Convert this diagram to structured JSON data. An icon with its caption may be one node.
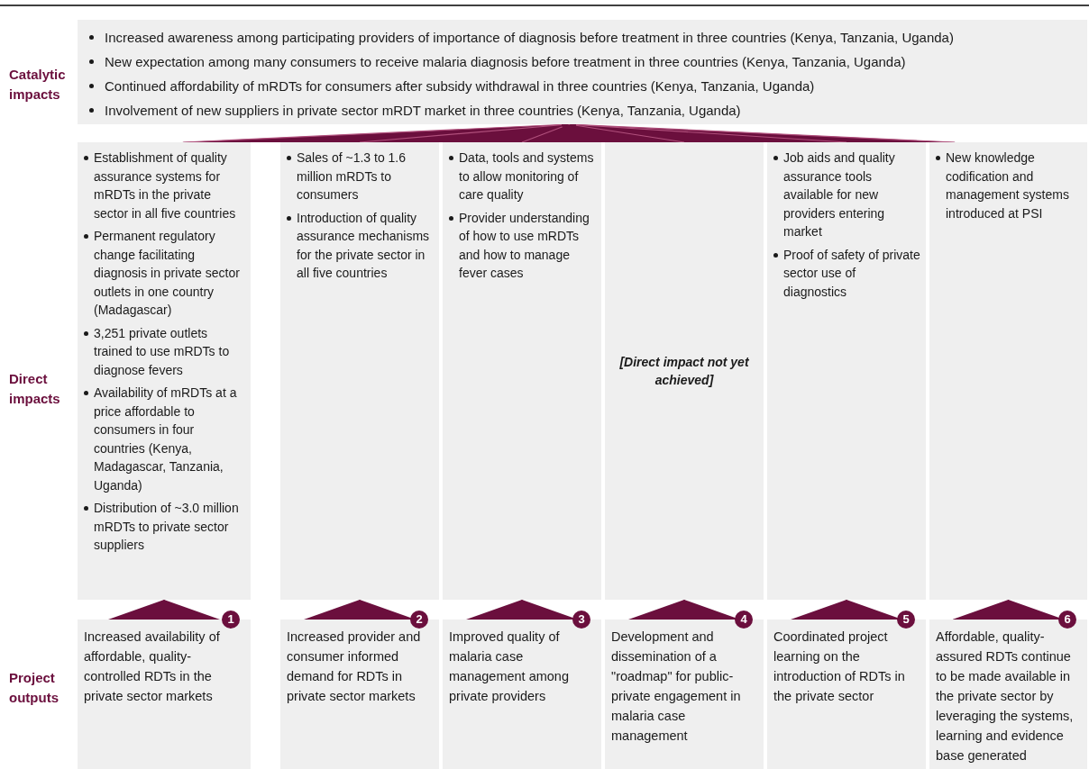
{
  "diagram": {
    "nodes": [
      {
        "text": [
          "Increased awareness among participating providers of importance of diagnosis before treatment in three countries (Kenya, Tanzania, Uganda)",
          "New expectation among many consumers to receive malaria diagnosis before treatment in three countries (Kenya, Tanzania, Uganda)",
          "Continued affordability of mRDTs for consumers after subsidy withdrawal in three countries (Kenya, Tanzania, Uganda)",
          "Involvement of new suppliers in private sector mRDT market in three countries (Kenya, Tanzania, Uganda)"
        ]
      },
      {
        "text": [
          "Establishment of quality assurance systems for mRDTs in the private sector in all five countries",
          "Permanent regulatory change facilitating diagnosis in private sector outlets in one country (Madagascar)",
          "3,251 private outlets trained to use mRDTs to diagnose fevers",
          "Availability of mRDTs at a price affordable to consumers in four countries (Kenya, Madagascar, Tanzania, Uganda)",
          "Distribution of ~3.0 million mRDTs to private sector suppliers"
        ]
      },
      {
        "text": [
          "Sales of ~1.3 to 1.6 million mRDTs to consumers",
          "Introduction of quality assurance mechanisms for the private sector in all five countries"
        ]
      },
      {
        "text": [
          "Data, tools and systems to allow monitoring of care quality",
          "Provider understanding of how to use mRDTs and how to manage fever cases"
        ]
      },
      {
        "text": [
          "[Direct impact not yet achieved]"
        ]
      },
      {
        "text": [
          "Job aids and quality assurance tools available for new providers entering market",
          "Proof of safety of private sector use of diagnostics"
        ]
      },
      {
        "text": [
          "New knowledge codification and management systems introduced at PSI"
        ]
      },
      {
        "text": [
          "Increased availability of affordable, quality-controlled RDTs in the private sector markets"
        ],
        "beside": [
          "1"
        ]
      },
      {
        "text": [
          "Increased provider and consumer informed demand for RDTs in private sector markets"
        ],
        "beside": [
          "2"
        ]
      },
      {
        "text": [
          "Improved quality of malaria case management among private providers"
        ],
        "beside": [
          "3"
        ]
      },
      {
        "text": [
          "Development and dissemination of a \"roadmap\" for public-private engagement in malaria case management"
        ],
        "beside": [
          "4"
        ]
      },
      {
        "text": [
          "Coordinated project learning on the introduction of RDTs in the private sector"
        ],
        "beside": [
          "5"
        ]
      },
      {
        "text": [
          "Affordable, quality-assured RDTs continue to be made available in the private sector by leveraging the systems, learning and evidence base generated"
        ],
        "beside": [
          "6"
        ]
      }
    ],
    "edges": [
      {
        "from": 7,
        "to": 1,
        "arrow": "to"
      },
      {
        "from": 8,
        "to": 2,
        "arrow": "to"
      },
      {
        "from": 9,
        "to": 3,
        "arrow": "to"
      },
      {
        "from": 10,
        "to": 4,
        "arrow": "to"
      },
      {
        "from": 11,
        "to": 5,
        "arrow": "to"
      },
      {
        "from": 12,
        "to": 6,
        "arrow": "to"
      },
      {
        "from": 1,
        "to": 0,
        "arrow": "to"
      },
      {
        "from": 2,
        "to": 0,
        "arrow": "to"
      },
      {
        "from": 3,
        "to": 0,
        "arrow": "to"
      },
      {
        "from": 4,
        "to": 0,
        "arrow": "to"
      },
      {
        "from": 5,
        "to": 0,
        "arrow": "to"
      },
      {
        "from": 6,
        "to": 0,
        "arrow": "to"
      }
    ],
    "labels": [
      "Catalytic impacts",
      "Direct impacts",
      "Project outputs"
    ]
  }
}
